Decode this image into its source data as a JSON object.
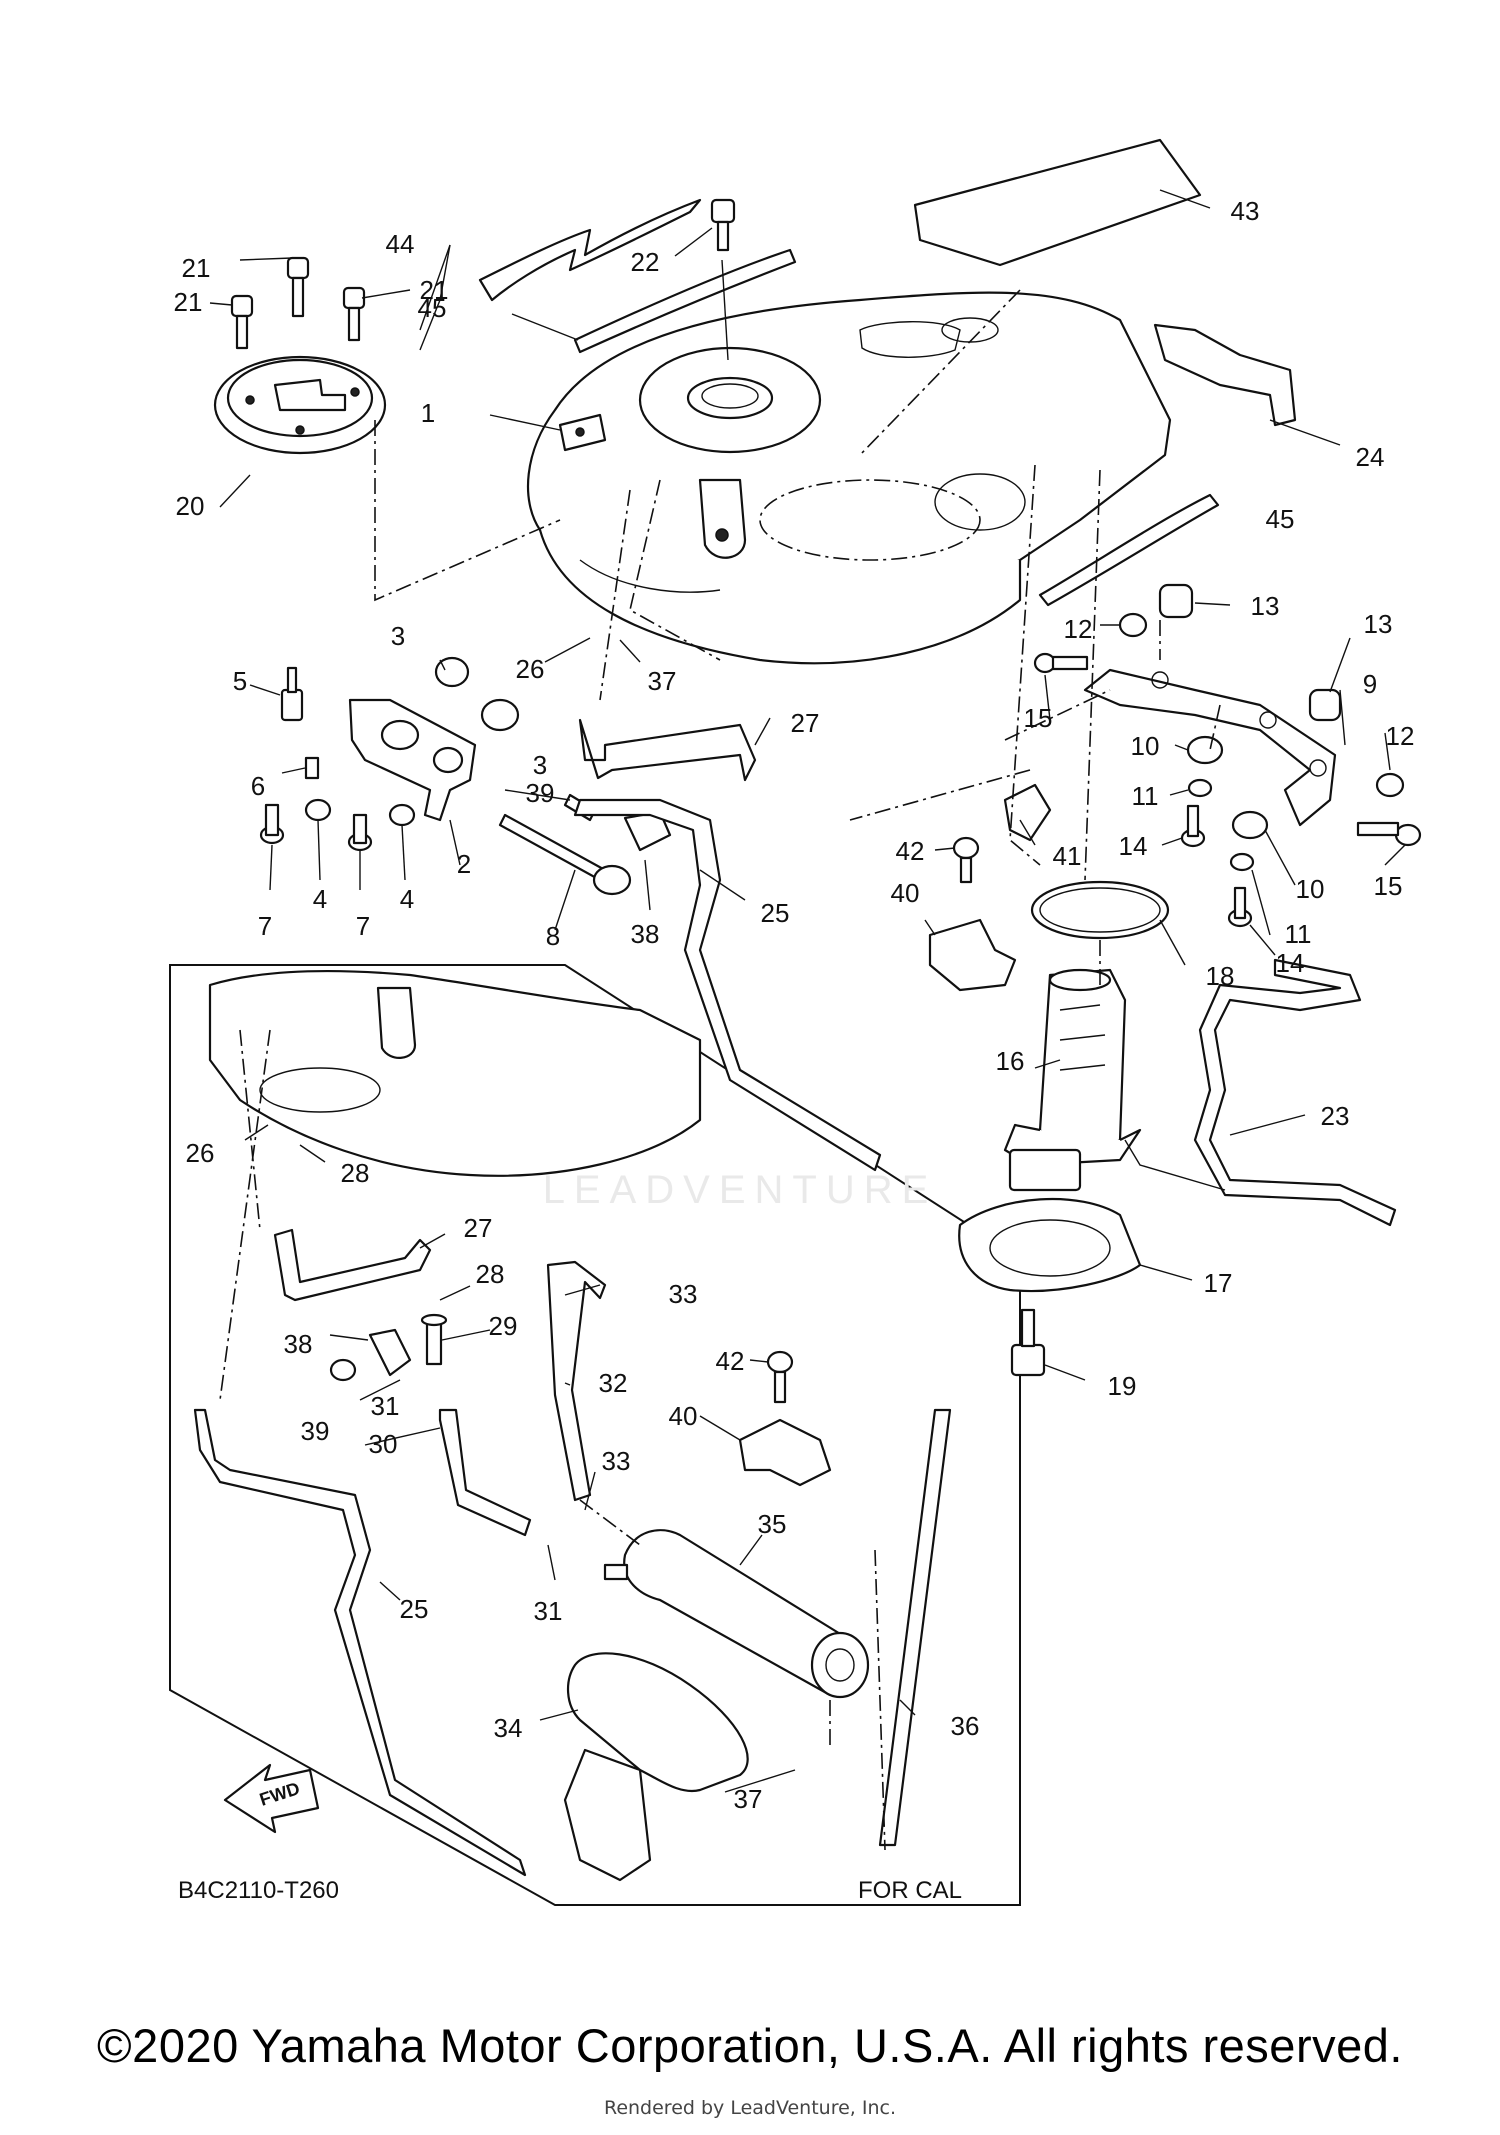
{
  "diagram": {
    "code": "B4C2110-T260",
    "inset_caption": "FOR CAL",
    "direction_label": "FWD",
    "watermark": "LEADVENTURE",
    "callouts": [
      "1",
      "2",
      "3",
      "3",
      "4",
      "4",
      "5",
      "6",
      "7",
      "7",
      "8",
      "9",
      "10",
      "10",
      "11",
      "11",
      "12",
      "12",
      "13",
      "13",
      "14",
      "14",
      "15",
      "15",
      "16",
      "17",
      "18",
      "19",
      "20",
      "21",
      "21",
      "21",
      "22",
      "23",
      "24",
      "25",
      "25",
      "26",
      "26",
      "27",
      "27",
      "28",
      "28",
      "29",
      "30",
      "31",
      "31",
      "32",
      "33",
      "33",
      "34",
      "35",
      "36",
      "37",
      "37",
      "38",
      "38",
      "39",
      "39",
      "40",
      "40",
      "41",
      "42",
      "42",
      "43",
      "44",
      "45",
      "45"
    ]
  },
  "footer": {
    "copyright": "©2020 Yamaha Motor Corporation, U.S.A. All rights reserved.",
    "rendered_by": "Rendered by LeadVenture, Inc."
  }
}
